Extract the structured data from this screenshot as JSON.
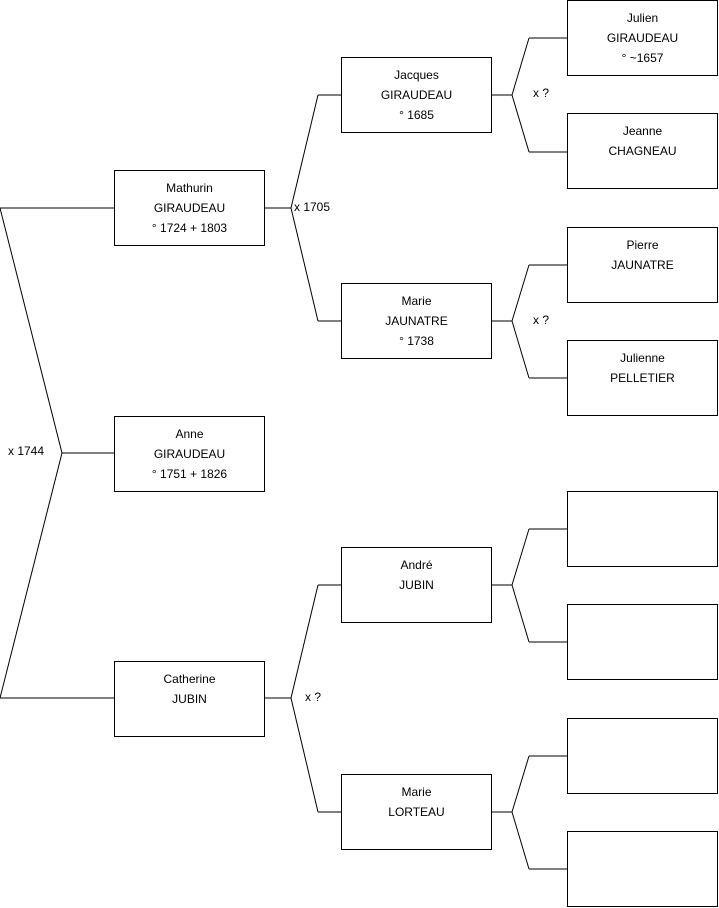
{
  "persons": {
    "anne": [
      "Anne",
      "GIRAUDEAU",
      "° 1751 + 1826"
    ],
    "mathurin": [
      "Mathurin",
      "GIRAUDEAU",
      "° 1724 + 1803"
    ],
    "catherine": [
      "Catherine",
      "JUBIN"
    ],
    "jacques": [
      "Jacques",
      "GIRAUDEAU",
      "° 1685"
    ],
    "marie_j": [
      "Marie",
      "JAUNATRE",
      "° 1738"
    ],
    "andre": [
      "André",
      "JUBIN"
    ],
    "marie_l": [
      "Marie",
      "LORTEAU"
    ],
    "julien": [
      "Julien",
      "GIRAUDEAU",
      "° ~1657"
    ],
    "jeanne": [
      "Jeanne",
      "CHAGNEAU"
    ],
    "pierre": [
      "Pierre",
      "JAUNATRE"
    ],
    "julienne": [
      "Julienne",
      "PELLETIER"
    ]
  },
  "marriages": {
    "parents": "x 1744",
    "giraudeau": "x 1705",
    "jubin": "x ?",
    "giraudeau_parents": "x ?",
    "jaunatre_parents": "x ?"
  }
}
